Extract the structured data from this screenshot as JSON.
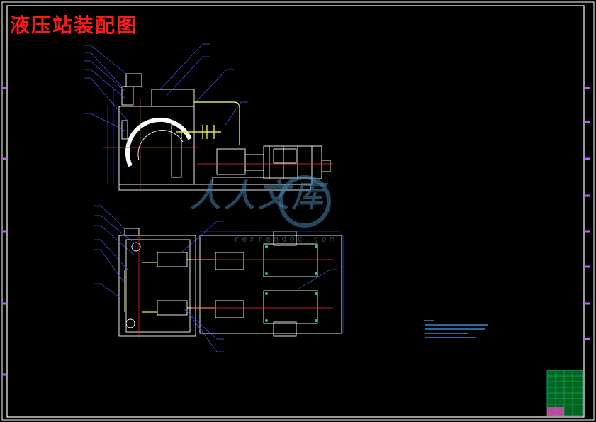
{
  "drawing": {
    "title": "液压站装配图",
    "watermark": {
      "text": "人人文库",
      "url": "renrendoc.com"
    },
    "colors": {
      "background": "#000000",
      "frame": "#ffffff",
      "frame_marks": "#c060ff",
      "outline": "#ffffff",
      "leader": "#3a5cff",
      "center_line": "#ff2a2a",
      "pipe": "#e6e64d",
      "title_block": "#00c070",
      "notes": "#4aa3ff",
      "title_text": "#ff1a1a"
    }
  }
}
